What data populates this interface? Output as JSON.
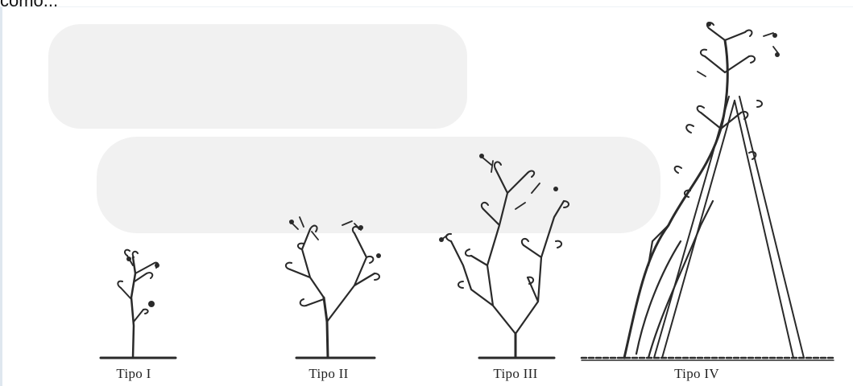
{
  "cropped_heading": "como...",
  "figure": {
    "types": [
      {
        "id": "tipo-1",
        "label": "Tipo I"
      },
      {
        "id": "tipo-2",
        "label": "Tipo II"
      },
      {
        "id": "tipo-3",
        "label": "Tipo III"
      },
      {
        "id": "tipo-4",
        "label": "Tipo IV"
      }
    ],
    "ink_color": "#2a2a2a"
  }
}
